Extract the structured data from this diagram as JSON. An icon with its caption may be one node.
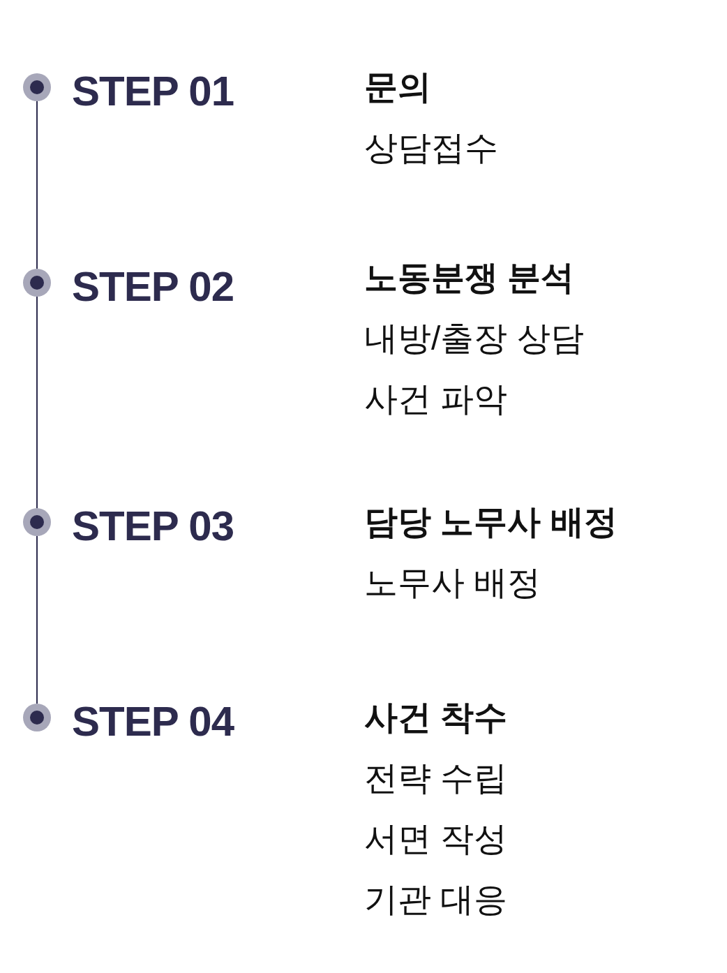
{
  "diagram": {
    "nodes": [
      {
        "text": [],
        "shape": "circle",
        "beside": [
          "STEP 01",
          "문의",
          "상담접수"
        ]
      },
      {
        "text": [],
        "shape": "circle",
        "beside": [
          "STEP 02",
          "노동분쟁 분석",
          "내방/출장 상담",
          "사건 파악"
        ]
      },
      {
        "text": [],
        "shape": "circle",
        "beside": [
          "STEP 03",
          "담당 노무사 배정",
          "노무사 배정"
        ]
      },
      {
        "text": [],
        "shape": "circle",
        "beside": [
          "STEP 04",
          "사건 착수",
          "전략 수립",
          "서면 작성",
          "기관 대응"
        ]
      }
    ],
    "edges": [
      {
        "from": 0,
        "to": 1,
        "arrow": "none"
      },
      {
        "from": 1,
        "to": 2,
        "arrow": "none"
      },
      {
        "from": 2,
        "to": 3,
        "arrow": "none"
      }
    ]
  }
}
